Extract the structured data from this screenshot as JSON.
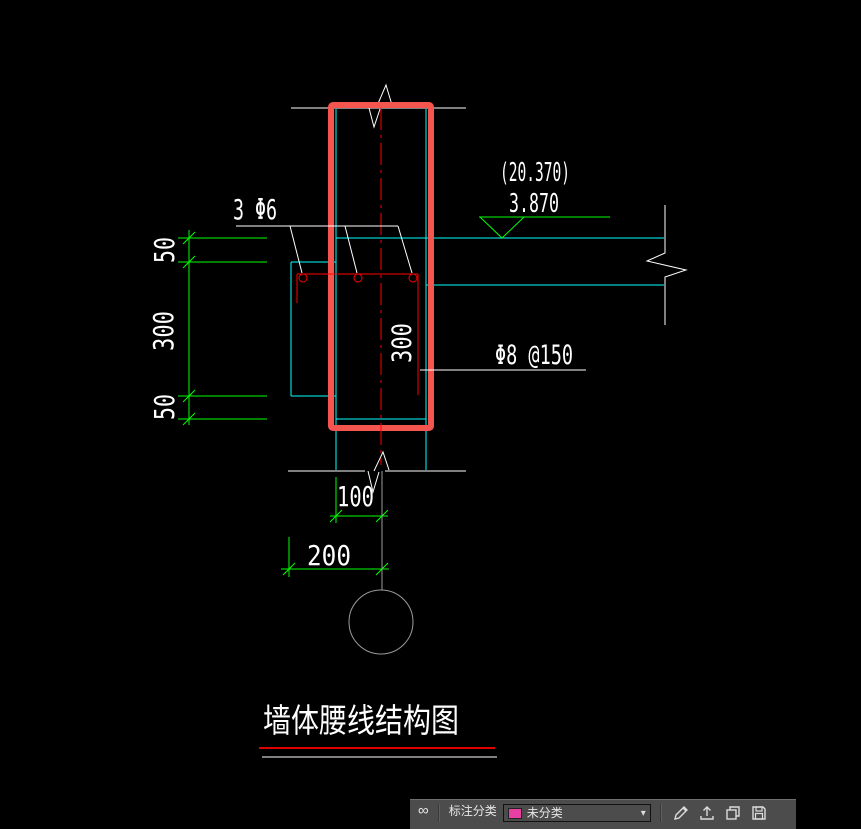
{
  "drawing": {
    "title": "墙体腰线结构图",
    "rebar_label": "3 Φ6",
    "stirrup_label": "Φ8 @150",
    "elevation_alt_value": "(20.370)",
    "elevation_value": "3.870",
    "dims": {
      "left_top": "50",
      "left_mid": "300",
      "left_bottom": "50",
      "inner_height": "300",
      "offset_small": "100",
      "offset_large": "200"
    },
    "colors": {
      "wall_line": "#00ffff",
      "dimension_line": "#00ff00",
      "rebar_line": "#ff0000",
      "selection_highlight": "#f4564f",
      "annotation": "#ffffff",
      "section_mark": "#9b9b9b",
      "title_underline": "#e00000"
    }
  },
  "toolbar": {
    "category_label": "标注分类",
    "category_value": "未分类",
    "swatch_color": "#e83fa2",
    "icons": {
      "link": "∞",
      "chevron": "▾"
    }
  }
}
